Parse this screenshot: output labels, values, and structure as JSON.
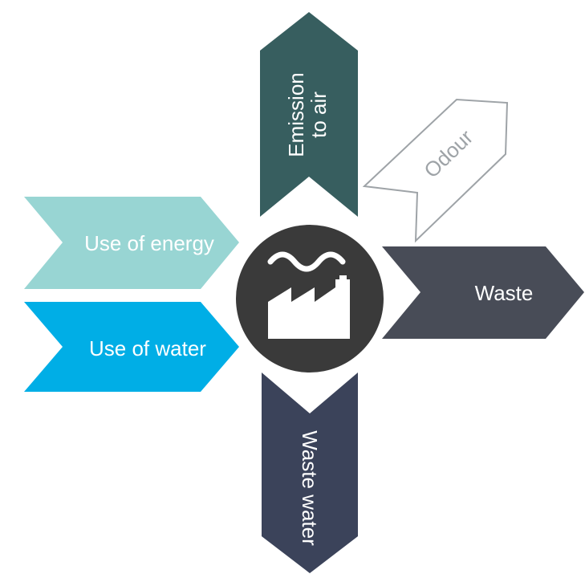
{
  "colors": {
    "emission_to_air": "#375e5f",
    "odour_outline": "#9ea3a7",
    "odour_text": "#9ea3a7",
    "use_of_energy": "#98d5d3",
    "use_of_water": "#00aee6",
    "waste": "#484c57",
    "waste_water": "#3b435a",
    "hub": "#3a3a3a",
    "hub_icon": "#ffffff",
    "label_light": "#ffffff"
  },
  "hub": {
    "icon": "factory-icon"
  },
  "arrows": {
    "emission_to_air": {
      "line1": "Emission",
      "line2": "to air"
    },
    "odour": {
      "label": "Odour"
    },
    "use_of_energy": {
      "label": "Use of energy"
    },
    "use_of_water": {
      "label": "Use of water"
    },
    "waste": {
      "label": "Waste"
    },
    "waste_water": {
      "label": "Waste water"
    }
  }
}
